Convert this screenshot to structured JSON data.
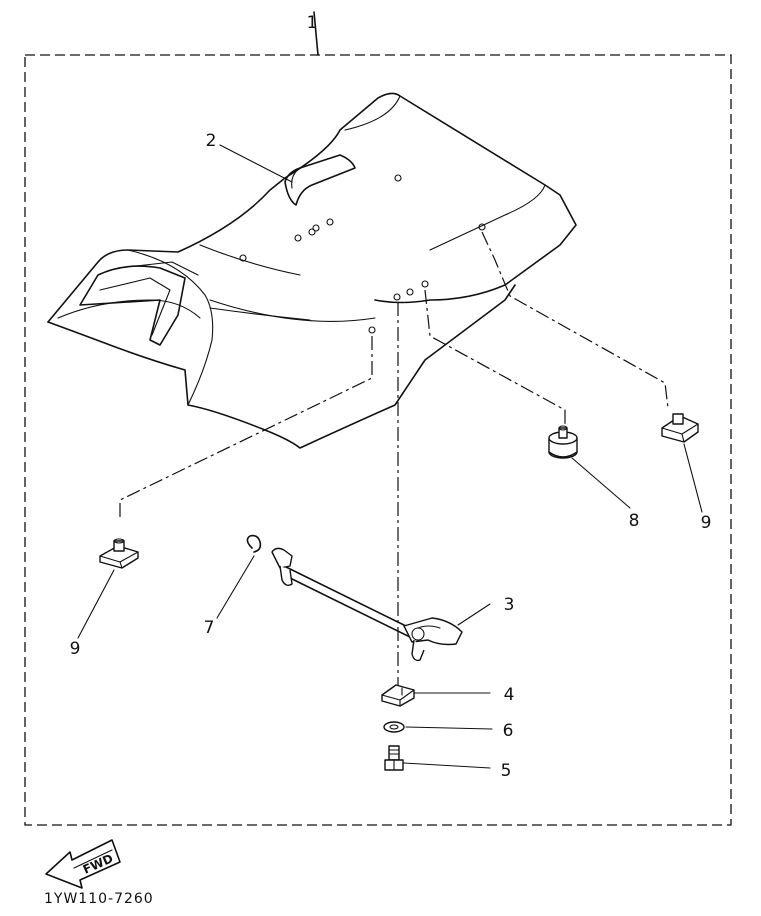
{
  "diagram": {
    "assembly_number": "1",
    "callouts": [
      "2",
      "3",
      "4",
      "5",
      "6",
      "7",
      "8",
      "9",
      "9"
    ],
    "forward_arrow_label": "FWD",
    "drawing_code": "1YW110-7260"
  }
}
